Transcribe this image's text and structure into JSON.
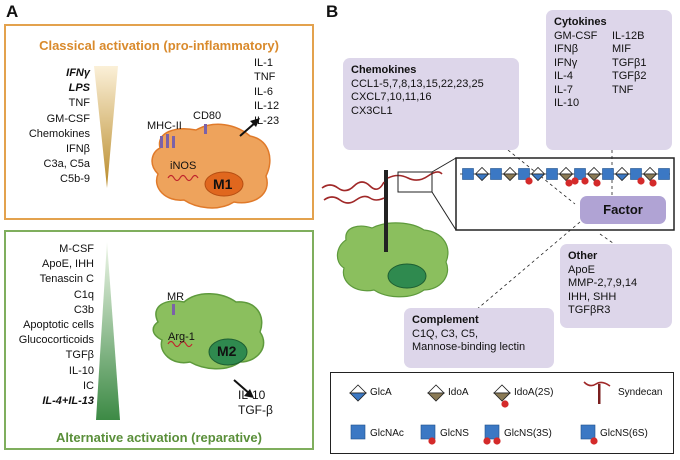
{
  "panel_a": {
    "letter": "A",
    "classical": {
      "title": "Classical activation (pro-inflammatory)",
      "stimuli": [
        {
          "text": "IFNγ",
          "bold_italic": true
        },
        {
          "text": "LPS",
          "bold_italic": true
        },
        {
          "text": "TNF",
          "bold_italic": false
        },
        {
          "text": "GM-CSF",
          "bold_italic": false
        },
        {
          "text": "Chemokines",
          "bold_italic": false
        },
        {
          "text": "IFNβ",
          "bold_italic": false
        },
        {
          "text": "C3a, C5a",
          "bold_italic": false
        },
        {
          "text": "C5b-9",
          "bold_italic": false
        }
      ],
      "cell_label": "M1",
      "enzyme": "iNOS",
      "receptors": [
        "MHC-II",
        "CD80"
      ],
      "outputs": [
        "IL-1",
        "TNF",
        "IL-6",
        "IL-12",
        "IL-23"
      ]
    },
    "alternative": {
      "title": "Alternative activation (reparative)",
      "stimuli": [
        {
          "text": "M-CSF",
          "bold_italic": false
        },
        {
          "text": "ApoE, IHH",
          "bold_italic": false
        },
        {
          "text": "Tenascin C",
          "bold_italic": false
        },
        {
          "text": "C1q",
          "bold_italic": false
        },
        {
          "text": "C3b",
          "bold_italic": false
        },
        {
          "text": "Apoptotic cells",
          "bold_italic": false
        },
        {
          "text": "Glucocorticoids",
          "bold_italic": false
        },
        {
          "text": "TGFβ",
          "bold_italic": false
        },
        {
          "text": "IL-10",
          "bold_italic": false
        },
        {
          "text": "IC",
          "bold_italic": false
        },
        {
          "text": "IL-4+IL-13",
          "bold_italic": true
        }
      ],
      "cell_label": "M2",
      "enzyme": "Arg-1",
      "receptor": "MR",
      "outputs": [
        "IL-10",
        "TGF-β"
      ]
    }
  },
  "panel_b": {
    "letter": "B",
    "chemokines": {
      "title": "Chemokines",
      "items": [
        "CCL1-5,7,8,13,15,22,23,25",
        "CXCL7,10,11,16",
        "CX3CL1"
      ]
    },
    "cytokines": {
      "title": "Cytokines",
      "col1": [
        "GM-CSF",
        "IFNβ",
        "IFNγ",
        "IL-4",
        "IL-7",
        "IL-10"
      ],
      "col2": [
        "IL-12B",
        "MIF",
        "TGFβ1",
        "TGFβ2",
        "TNF"
      ]
    },
    "factor": "Factor",
    "other": {
      "title": "Other",
      "items": [
        "ApoE",
        "MMP-2,7,9,14",
        "IHH, SHH",
        "TGFβR3"
      ]
    },
    "complement": {
      "title": "Complement",
      "items": [
        "C1Q, C3, C5,",
        "Mannose-binding lectin"
      ]
    },
    "legend": {
      "row1": [
        "GlcA",
        "IdoA",
        "IdoA(2S)",
        "Syndecan"
      ],
      "row2": [
        "GlcNAc",
        "GlcNS",
        "GlcNS(3S)",
        "GlcNS(6S)"
      ]
    },
    "colors": {
      "blue": "#3b78c4",
      "tan": "#8a7a55",
      "red": "#d42a2a",
      "lavender": "#ddd6ea",
      "factor": "#b0a3d4",
      "cell_green": "#8bbf5e",
      "nucleus_green": "#2f8a4f",
      "cell_orange": "#eea35c",
      "nucleus_orange": "#e0671e"
    }
  }
}
